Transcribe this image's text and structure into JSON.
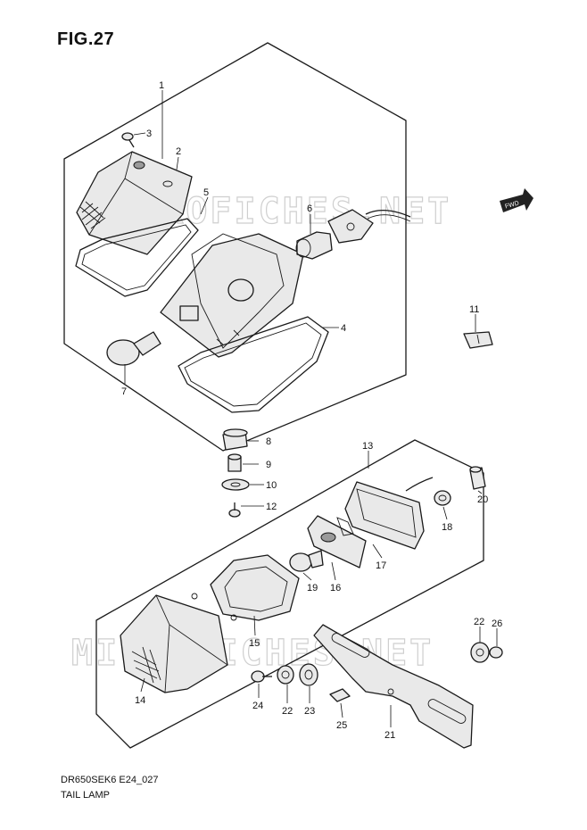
{
  "figure": {
    "title": "FIG.27",
    "doc_code": "DR650SEK6 E24_027",
    "caption": "TAIL LAMP",
    "watermark": "MICROFICHES.NET",
    "fwd_label": "FWD"
  },
  "callouts": [
    {
      "id": "c1",
      "text": "1"
    },
    {
      "id": "c2",
      "text": "2"
    },
    {
      "id": "c3",
      "text": "3"
    },
    {
      "id": "c4",
      "text": "4"
    },
    {
      "id": "c5",
      "text": "5"
    },
    {
      "id": "c6",
      "text": "6"
    },
    {
      "id": "c7",
      "text": "7"
    },
    {
      "id": "c8",
      "text": "8"
    },
    {
      "id": "c9",
      "text": "9"
    },
    {
      "id": "c10",
      "text": "10"
    },
    {
      "id": "c11",
      "text": "11"
    },
    {
      "id": "c12",
      "text": "12"
    },
    {
      "id": "c13",
      "text": "13"
    },
    {
      "id": "c14",
      "text": "14"
    },
    {
      "id": "c15",
      "text": "15"
    },
    {
      "id": "c16",
      "text": "16"
    },
    {
      "id": "c17",
      "text": "17"
    },
    {
      "id": "c18",
      "text": "18"
    },
    {
      "id": "c19",
      "text": "19"
    },
    {
      "id": "c20",
      "text": "20"
    },
    {
      "id": "c21",
      "text": "21"
    },
    {
      "id": "c22a",
      "text": "22"
    },
    {
      "id": "c22b",
      "text": "22"
    },
    {
      "id": "c23",
      "text": "23"
    },
    {
      "id": "c24",
      "text": "24"
    },
    {
      "id": "c25",
      "text": "25"
    },
    {
      "id": "c26",
      "text": "26"
    }
  ]
}
